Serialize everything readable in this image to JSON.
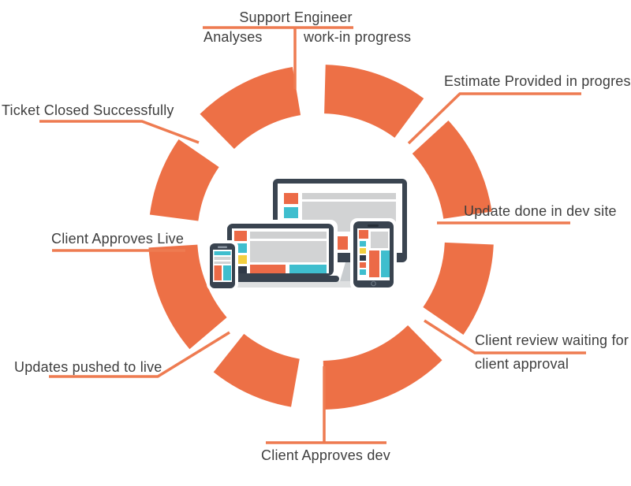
{
  "diagram": {
    "type": "circular-process",
    "steps": [
      {
        "position": "top",
        "line1": "Support Engineer",
        "line2_left": "Analyses",
        "line2_right": "work-in progress"
      },
      {
        "position": "top-right",
        "line1": "Estimate Provided in progress"
      },
      {
        "position": "right",
        "line1": "Update done in dev site"
      },
      {
        "position": "bottom-right",
        "line1": "Client review waiting for",
        "line2": "client approval"
      },
      {
        "position": "bottom",
        "line1": "Client Approves dev"
      },
      {
        "position": "bottom-left",
        "line1": "Updates pushed to live"
      },
      {
        "position": "left",
        "line1": "Client Approves Live"
      },
      {
        "position": "top-left",
        "line1": "Ticket Closed Successfully"
      }
    ],
    "colors": {
      "ring_orange": "#ED7046",
      "connector_orange": "#EE7B51",
      "label_text": "#3E3E3E",
      "device_frame_navy": "#39434F",
      "device_orange": "#EC6A47",
      "device_teal": "#3FBECE",
      "device_yellow": "#F3CF3F",
      "device_gray": "#D2D3D4"
    },
    "center_illustration": {
      "description": "Responsive web design mockup shown on desktop monitor, laptop, tablet and smartphone",
      "devices": [
        "desktop-monitor",
        "laptop",
        "tablet",
        "smartphone"
      ]
    }
  }
}
